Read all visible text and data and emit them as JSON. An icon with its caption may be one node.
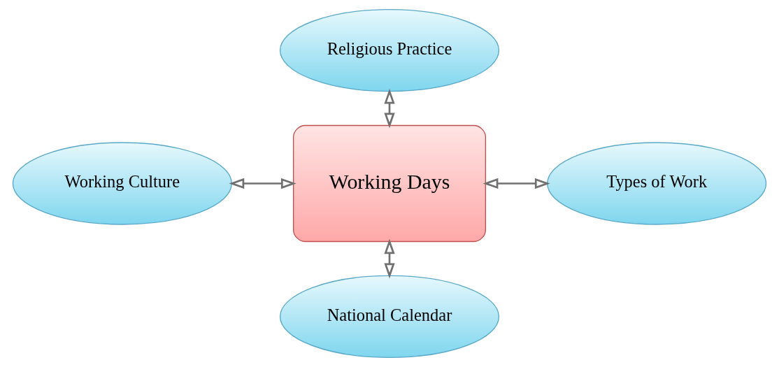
{
  "diagram": {
    "nodes": [
      {
        "text": [
          "Religious Practice"
        ]
      },
      {
        "text": [
          "Working Culture"
        ]
      },
      {
        "text": [
          "Working Days"
        ]
      },
      {
        "text": [
          "Types of Work"
        ]
      },
      {
        "text": [
          "National Calendar"
        ]
      }
    ],
    "edges": [
      {
        "from": 0,
        "to": 2,
        "arrow": "both"
      },
      {
        "from": 1,
        "to": 2,
        "arrow": "both"
      },
      {
        "from": 2,
        "to": 3,
        "arrow": "both"
      },
      {
        "from": 2,
        "to": 4,
        "arrow": "both"
      }
    ]
  }
}
